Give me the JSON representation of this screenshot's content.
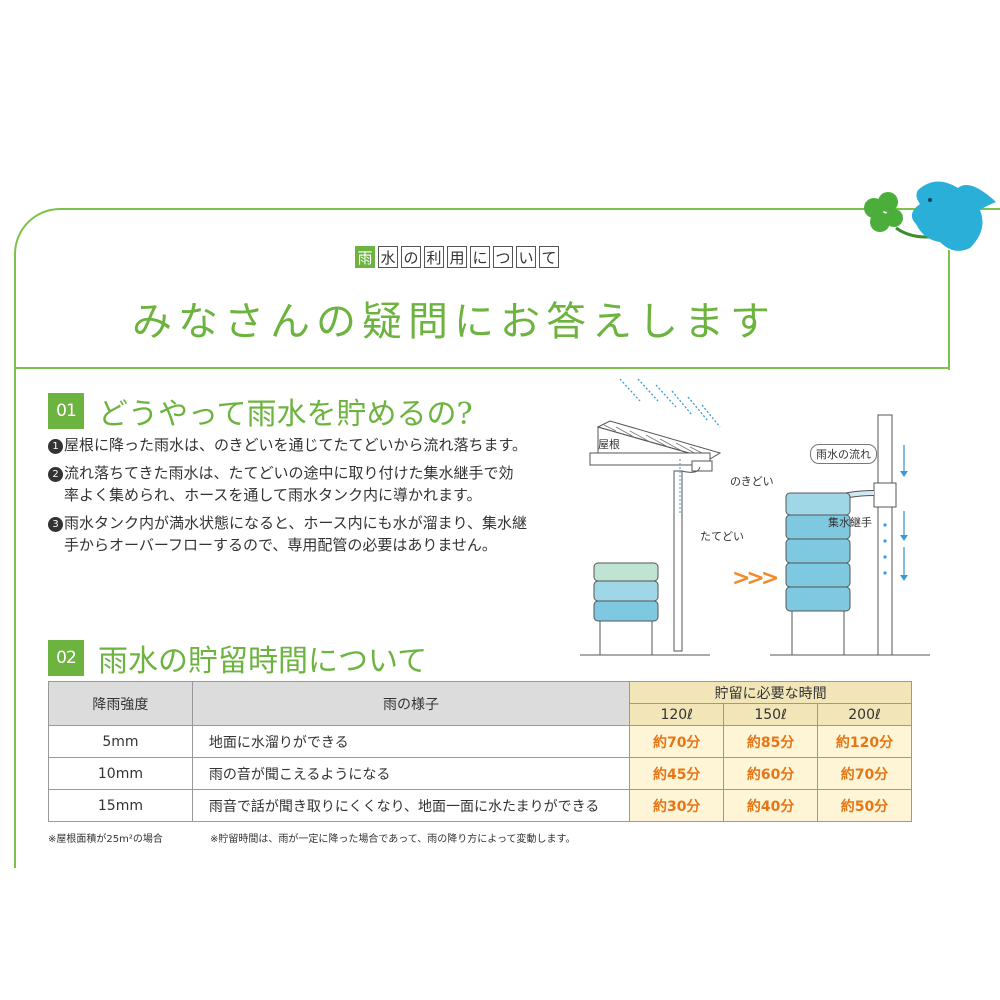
{
  "subtitle_chars": [
    "雨",
    "水",
    "の",
    "利",
    "用",
    "に",
    "つ",
    "い",
    "て"
  ],
  "main_title": "みなさんの疑問にお答えします",
  "section1": {
    "number": "01",
    "title": "どうやって雨水を貯めるの?",
    "items": [
      {
        "bullet": "1",
        "lines": [
          "屋根に降った雨水は、のきどいを通じてたてどいから流れ落ちます。"
        ]
      },
      {
        "bullet": "2",
        "lines": [
          "流れ落ちてきた雨水は、たてどいの途中に取り付けた集水継手で効",
          "率よく集められ、ホースを通して雨水タンク内に導かれます。"
        ]
      },
      {
        "bullet": "3",
        "lines": [
          "雨水タンク内が満水状態になると、ホース内にも水が溜まり、集水継",
          "手からオーバーフローするので、専用配管の必要はありません。"
        ]
      }
    ]
  },
  "diagram": {
    "roof_label": "屋根",
    "eaves_label": "のきどい",
    "downpipe_label": "たてどい",
    "rain_flow_label": "雨水の流れ",
    "joint_label": "集水継手",
    "arrows": ">>>"
  },
  "section2": {
    "number": "02",
    "title": "雨水の貯留時間について"
  },
  "table": {
    "col_intensity": "降雨強度",
    "col_state": "雨の様子",
    "col_time": "貯留に必要な時間",
    "capacities": [
      "120ℓ",
      "150ℓ",
      "200ℓ"
    ],
    "rows": [
      {
        "intensity": "5mm",
        "state": "地面に水溜りができる",
        "times": [
          "約70分",
          "約85分",
          "約120分"
        ]
      },
      {
        "intensity": "10mm",
        "state": "雨の音が聞こえるようになる",
        "times": [
          "約45分",
          "約60分",
          "約70分"
        ]
      },
      {
        "intensity": "15mm",
        "state": "雨音で話が聞き取りにくくなり、地面一面に水たまりができる",
        "times": [
          "約30分",
          "約40分",
          "約50分"
        ]
      }
    ]
  },
  "notes": {
    "left": "※屋根面積が25m²の場合",
    "right": "※貯留時間は、雨が一定に降った場合であって、雨の降り方によって変動します。"
  },
  "colors": {
    "accent_green": "#6db33f",
    "value_orange": "#e67616",
    "bird_blue": "#2ab0d8"
  }
}
